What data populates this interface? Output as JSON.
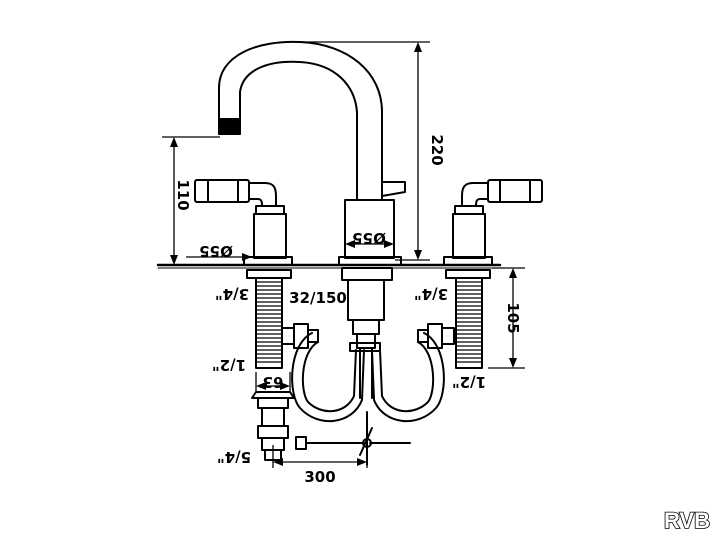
{
  "dimensions": {
    "height_total": "220",
    "height_handle": "110",
    "diameter_handle": "Ø55",
    "diameter_spout": "Ø55",
    "range": "32/150",
    "thread_left_top": "3/4\"",
    "thread_right_top": "3/4\"",
    "thread_left_bottom": "1/2\"",
    "thread_right_bottom": "1/2\"",
    "depth_below": "105",
    "waste_width": "63",
    "waste_thread": "5/4\"",
    "rod_length": "300"
  },
  "brand": {
    "logo": "RVB"
  },
  "colors": {
    "line": "#000000",
    "background": "#ffffff"
  }
}
